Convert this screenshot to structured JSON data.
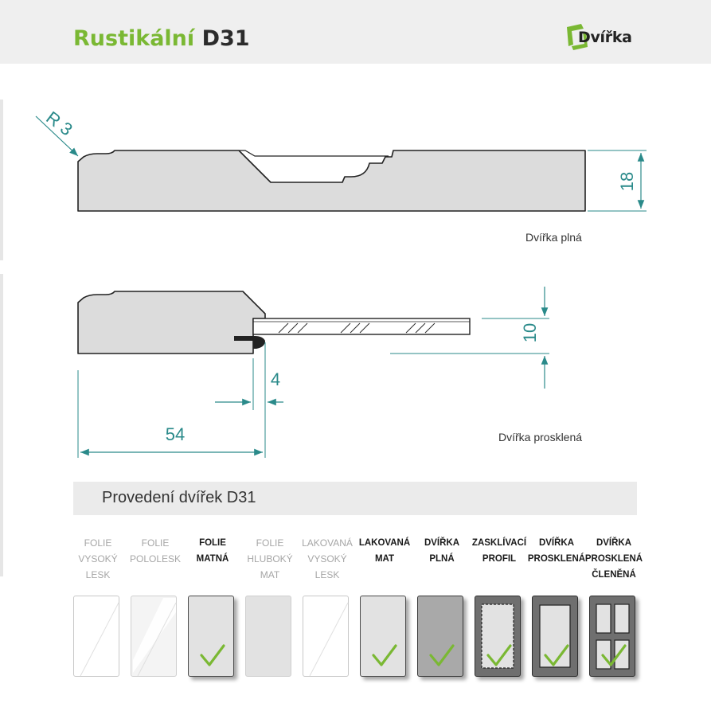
{
  "header": {
    "title_green": "Rustikální",
    "title_dark": "D31",
    "logo_text": "Dvířka",
    "logo_icon": "green-bracket-logo-icon"
  },
  "profile_full": {
    "caption": "Dvířka plná",
    "radius_label": "R 3",
    "thickness_label": "18"
  },
  "profile_glazed": {
    "caption": "Dvířka prosklená",
    "glass_thickness_label": "10",
    "rebate_label": "4",
    "width_label": "54"
  },
  "variants_section": {
    "title": "Provedení dvířek D31",
    "items": [
      {
        "lines": [
          "FOLIE",
          "VYSOKÝ",
          "LESK"
        ],
        "available": false,
        "style": "gloss"
      },
      {
        "lines": [
          "FOLIE",
          "POLOLESK"
        ],
        "available": false,
        "style": "semigloss"
      },
      {
        "lines": [
          "FOLIE",
          "MATNÁ"
        ],
        "available": true,
        "style": "matte"
      },
      {
        "lines": [
          "FOLIE",
          "HLUBOKÝ",
          "MAT"
        ],
        "available": false,
        "style": "deepmatte"
      },
      {
        "lines": [
          "LAKOVANÁ",
          "VYSOKÝ",
          "LESK"
        ],
        "available": false,
        "style": "gloss"
      },
      {
        "lines": [
          "LAKOVANÁ",
          "MAT"
        ],
        "available": true,
        "style": "matte"
      },
      {
        "lines": [
          "DVÍŘKA",
          "PLNÁ"
        ],
        "available": true,
        "style": "solid"
      },
      {
        "lines": [
          "ZASKLÍVACÍ",
          "PROFIL"
        ],
        "available": true,
        "style": "profile"
      },
      {
        "lines": [
          "DVÍŘKA",
          "PROSKLENÁ"
        ],
        "available": true,
        "style": "glazed"
      },
      {
        "lines": [
          "DVÍŘKA",
          "PROSKLENÁ",
          "ČLENĚNÁ"
        ],
        "available": true,
        "style": "divided"
      }
    ]
  },
  "colors": {
    "accent_green": "#7ab833",
    "dimension_teal": "#2a8a8a",
    "profile_fill": "#dcdcdc",
    "outline": "#222222"
  }
}
